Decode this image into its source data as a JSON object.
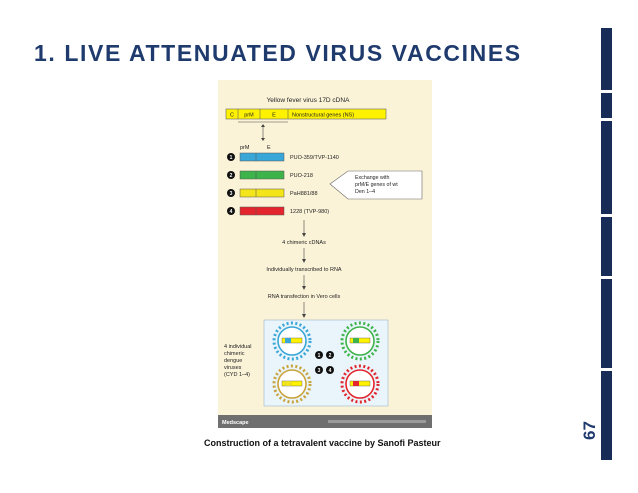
{
  "slide": {
    "title": "1. LIVE ATTENUATED VIRUS VACCINES",
    "page_number": "67",
    "caption": "Construction of a tetravalent vaccine by Sanofi Pasteur"
  },
  "figure": {
    "genome_title": "Yellow fever virus 17D cDNA",
    "genome_segments": [
      "C",
      "prM",
      "E",
      "Nonstructural genes (NS)"
    ],
    "sub_labels": [
      "prM",
      "E"
    ],
    "strains": [
      {
        "number": "1",
        "name": "PUO-359/TVP-1140",
        "color": "#39a6d8"
      },
      {
        "number": "2",
        "name": "PUO-218",
        "color": "#3db34a"
      },
      {
        "number": "3",
        "name": "PaH881/88",
        "color": "#f3e51a"
      },
      {
        "number": "4",
        "name": "1228 (TVP-980)",
        "color": "#e3262d"
      }
    ],
    "exchange_note": [
      "Exchange with",
      "prM/E genes of wt",
      "Den 1–4"
    ],
    "steps": [
      "4 chimeric cDNAs",
      "Individually transcribed to RNA",
      "RNA transfection in Vero cells"
    ],
    "viruses_label": [
      "4 individual",
      "chimeric",
      "dengue",
      "viruses",
      "(CYD 1–4)"
    ],
    "virus_numbers": [
      "1",
      "2",
      "3",
      "4"
    ],
    "footer_brand": "Medscape",
    "colors": {
      "panel": "#fbf3d8",
      "genome_bar": "#fff200",
      "virus_box": "#e9f4fb",
      "footer": "#6f6f6f"
    }
  }
}
